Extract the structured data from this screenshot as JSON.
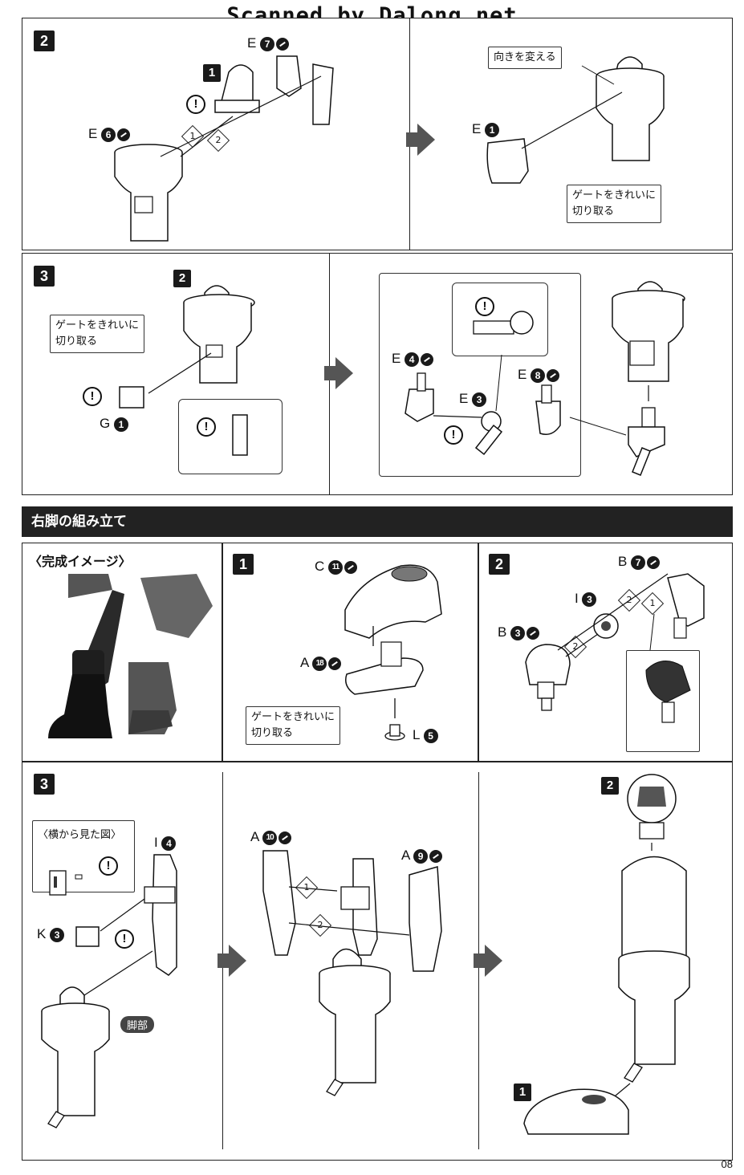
{
  "watermark": "Scanned by Dalong.net",
  "top": {
    "step2": {
      "number": "2",
      "sub_number": "1",
      "part_e7": "E",
      "part_e7_num": "7",
      "part_e6": "E",
      "part_e6_num": "6",
      "order1": "1",
      "order2": "2",
      "note_direction": "向きを変える",
      "part_e1": "E",
      "part_e1_num": "1",
      "note_gate": "ゲートをきれいに\n切り取る"
    },
    "step3": {
      "number": "3",
      "sub_number": "2",
      "note_gate": "ゲートをきれいに\n切り取る",
      "part_g1": "G",
      "part_g1_num": "1",
      "part_e4": "E",
      "part_e4_num": "4",
      "part_e8": "E",
      "part_e8_num": "8",
      "part_e3": "E",
      "part_e3_num": "3"
    }
  },
  "section": {
    "title": "右脚の組み立て",
    "preview_label": "〈完成イメージ〉",
    "step1": {
      "number": "1",
      "part_c11": "C",
      "part_c11_num": "11",
      "part_a18": "A",
      "part_a18_num": "18",
      "note_gate": "ゲートをきれいに\n切り取る",
      "part_l5": "L",
      "part_l5_num": "5"
    },
    "step2": {
      "number": "2",
      "part_b7": "B",
      "part_b7_num": "7",
      "part_i3": "I",
      "part_i3_num": "3",
      "part_b3": "B",
      "part_b3_num": "3",
      "order1": "1",
      "order2": "2"
    },
    "step3": {
      "number": "3",
      "side_view_label": "〈横から見た図〉",
      "part_i4": "I",
      "part_i4_num": "4",
      "part_k3": "K",
      "part_k3_num": "3",
      "leg_label": "脚部",
      "part_a10": "A",
      "part_a10_num": "10",
      "part_a9": "A",
      "part_a9_num": "9",
      "order1": "1",
      "order2": "2",
      "sub2": "2",
      "sub1": "1"
    }
  },
  "page_number": "08"
}
